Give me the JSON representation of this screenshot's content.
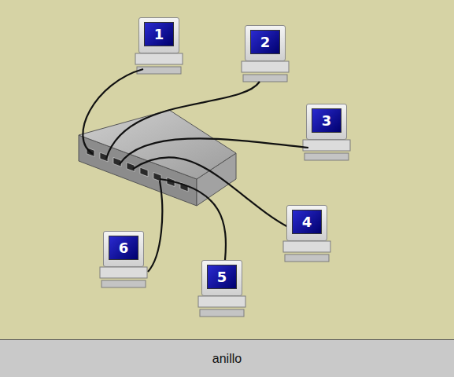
{
  "diagram": {
    "caption": "anillo",
    "nodes": [
      {
        "text": [
          "1"
        ]
      },
      {
        "text": [
          "2"
        ]
      },
      {
        "text": [
          "3"
        ]
      },
      {
        "text": [
          "4"
        ]
      },
      {
        "text": [
          "5"
        ]
      },
      {
        "text": [
          "6"
        ]
      }
    ]
  }
}
